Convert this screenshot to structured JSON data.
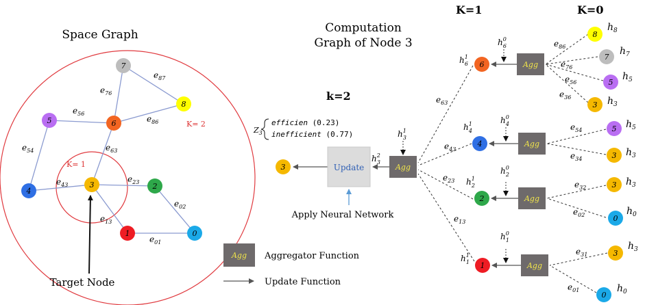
{
  "space_graph": {
    "title": "Space Graph",
    "k1_label": "K= 1",
    "k2_label": "K= 2",
    "target_label": "Target Node",
    "nodes": [
      {
        "id": "7",
        "label": "7",
        "color": "#bdbdbd"
      },
      {
        "id": "8",
        "label": "8",
        "color": "#ffff00"
      },
      {
        "id": "6",
        "label": "6",
        "color": "#f26522"
      },
      {
        "id": "5",
        "label": "5",
        "color": "#b96ef2"
      },
      {
        "id": "4",
        "label": "4",
        "color": "#2f6fe4"
      },
      {
        "id": "3",
        "label": "3",
        "color": "#f5b800"
      },
      {
        "id": "2",
        "label": "2",
        "color": "#2ea84a"
      },
      {
        "id": "1",
        "label": "1",
        "color": "#ee1c24"
      },
      {
        "id": "0",
        "label": "0",
        "color": "#1ba9e8"
      }
    ],
    "edges": [
      {
        "from": "7",
        "to": "8",
        "label": "e",
        "sub": "87"
      },
      {
        "from": "7",
        "to": "6",
        "label": "e",
        "sub": "76"
      },
      {
        "from": "8",
        "to": "6",
        "label": "e",
        "sub": "86"
      },
      {
        "from": "5",
        "to": "6",
        "label": "e",
        "sub": "56"
      },
      {
        "from": "5",
        "to": "4",
        "label": "e",
        "sub": "54"
      },
      {
        "from": "6",
        "to": "3",
        "label": "e",
        "sub": "63"
      },
      {
        "from": "4",
        "to": "3",
        "label": "e",
        "sub": "43"
      },
      {
        "from": "3",
        "to": "2",
        "label": "e",
        "sub": "23"
      },
      {
        "from": "3",
        "to": "1",
        "label": "e",
        "sub": "13"
      },
      {
        "from": "2",
        "to": "0",
        "label": "e",
        "sub": "02"
      },
      {
        "from": "1",
        "to": "0",
        "label": "e",
        "sub": "01"
      }
    ]
  },
  "computation": {
    "title_line1": "Computation",
    "title_line2": "Graph of  Node 3",
    "k2_label": "k=2",
    "k1_label": "K=1",
    "k0_label": "K=0",
    "agg_text": "Agg",
    "update_text": "Update",
    "apply_nn": "Apply Neural Network",
    "z_label": "Z",
    "z_sub": "3",
    "class1": "efficien",
    "class1_prob": "(0.23)",
    "class2": "inefficient",
    "class2_prob": "(0.77)",
    "output_node": "3",
    "h_main": {
      "sub": "3",
      "sup": "1"
    },
    "h_main_out": {
      "sub": "3",
      "sup": "2"
    },
    "branches": [
      {
        "node": "6",
        "color": "#f26522",
        "edge_sub": "63",
        "h_sub": "6",
        "h_sup": "1",
        "h0_sub": "6",
        "leaves": [
          {
            "node": "8",
            "color": "#ffff00",
            "edge_sub": "86",
            "h_sub": "8"
          },
          {
            "node": "7",
            "color": "#bdbdbd",
            "edge_sub": "76",
            "h_sub": "7"
          },
          {
            "node": "5",
            "color": "#b96ef2",
            "edge_sub": "56",
            "h_sub": "5"
          },
          {
            "node": "3",
            "color": "#f5b800",
            "edge_sub": "36",
            "h_sub": "3"
          }
        ]
      },
      {
        "node": "4",
        "color": "#2f6fe4",
        "edge_sub": "43",
        "h_sub": "4",
        "h_sup": "1",
        "h0_sub": "4",
        "leaves": [
          {
            "node": "5",
            "color": "#b96ef2",
            "edge_sub": "54",
            "h_sub": "5"
          },
          {
            "node": "3",
            "color": "#f5b800",
            "edge_sub": "34",
            "h_sub": "3"
          }
        ]
      },
      {
        "node": "2",
        "color": "#2ea84a",
        "edge_sub": "23",
        "h_sub": "2",
        "h_sup": "1",
        "h0_sub": "2",
        "leaves": [
          {
            "node": "3",
            "color": "#f5b800",
            "edge_sub": "32",
            "h_sub": "3"
          },
          {
            "node": "0",
            "color": "#1ba9e8",
            "edge_sub": "02",
            "h_sub": "0"
          }
        ]
      },
      {
        "node": "1",
        "color": "#ee1c24",
        "edge_sub": "13",
        "h_sub": "1",
        "h_sup": "1",
        "h0_sub": "1",
        "leaves": [
          {
            "node": "3",
            "color": "#f5b800",
            "edge_sub": "31",
            "h_sub": "3"
          },
          {
            "node": "0",
            "color": "#1ba9e8",
            "edge_sub": "01",
            "h_sub": "0"
          }
        ]
      }
    ]
  },
  "legend": {
    "agg_text": "Agg",
    "aggregator": "Aggregator Function",
    "update": "Update Function"
  },
  "colors": {
    "agg_box": "#6e6a6b",
    "agg_text": "#f2e64a",
    "update_box": "#dcdcdc",
    "update_text": "#2f5fb4",
    "outer_circle": "#e0393e",
    "edge": "#8a9ad0",
    "apply_arrow": "#5b9bd5"
  }
}
